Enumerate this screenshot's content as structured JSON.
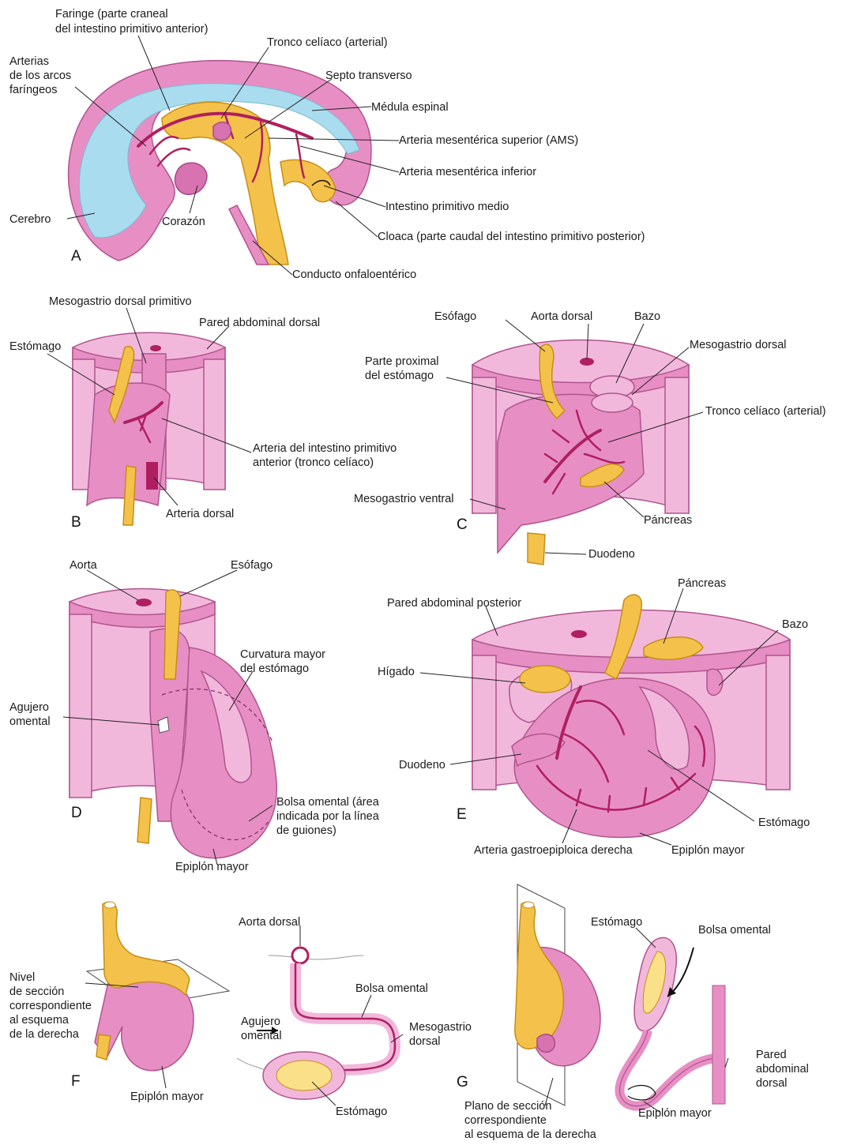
{
  "panels": {
    "a": {
      "letter": "A",
      "labels": {
        "faringe_1": "Faringe (parte craneal",
        "faringe_2": "del intestino primitivo anterior)",
        "tronco": "Tronco celíaco (arterial)",
        "arterias_1": "Arterias",
        "arterias_2": "de los arcos",
        "arterias_3": "faríngeos",
        "septo": "Septo transverso",
        "medula": "Médula espinal",
        "ams": "Arteria mesentérica superior (AMS)",
        "ami": "Arteria mesentérica inferior",
        "medio": "Intestino primitivo medio",
        "cerebro": "Cerebro",
        "corazon": "Corazón",
        "cloaca": "Cloaca (parte caudal del intestino primitivo posterior)",
        "conducto": "Conducto onfaloentérico"
      }
    },
    "b": {
      "letter": "B",
      "labels": {
        "mesogastrio_1": "Mesogastrio dorsal primitivo",
        "pared": "Pared abdominal dorsal",
        "estomago": "Estómago",
        "arteria_int_1": "Arteria del intestino primitivo",
        "arteria_int_2": "anterior (tronco celíaco)",
        "arteria_dorsal": "Arteria dorsal"
      }
    },
    "c": {
      "letter": "C",
      "labels": {
        "esofago": "Esófago",
        "aorta": "Aorta dorsal",
        "bazo": "Bazo",
        "parte_1": "Parte proximal",
        "parte_2": "del estómago",
        "mesodorsal": "Mesogastrio dorsal",
        "tronco": "Tronco celíaco (arterial)",
        "mesoventral": "Mesogastrio ventral",
        "pancreas": "Páncreas",
        "duodeno": "Duodeno"
      }
    },
    "d": {
      "letter": "D",
      "labels": {
        "aorta": "Aorta",
        "esofago": "Esófago",
        "curv_1": "Curvatura mayor",
        "curv_2": "del estómago",
        "agujero_1": "Agujero",
        "agujero_2": "omental",
        "bolsa_1": "Bolsa omental (área",
        "bolsa_2": "indicada por la línea",
        "bolsa_3": "de guiones)",
        "epiplon": "Epiplón mayor"
      }
    },
    "e": {
      "letter": "E",
      "labels": {
        "pancreas": "Páncreas",
        "pared": "Pared abdominal posterior",
        "bazo": "Bazo",
        "higado": "Hígado",
        "duodeno": "Duodeno",
        "estomago": "Estómago",
        "arteria": "Arteria gastroepiploica derecha",
        "epiplon": "Epiplón mayor"
      }
    },
    "f": {
      "letter": "F",
      "labels": {
        "aorta": "Aorta dorsal",
        "nivel_1": "Nivel",
        "nivel_2": "de sección",
        "nivel_3": "correspondiente",
        "nivel_4": "al esquema",
        "nivel_5": "de la derecha",
        "bolsa": "Bolsa omental",
        "agujero_1": "Agujero",
        "agujero_2": "omental",
        "meso_1": "Mesogastrio",
        "meso_2": "dorsal",
        "epiplon": "Epiplón mayor",
        "estomago": "Estómago"
      }
    },
    "g": {
      "letter": "G",
      "labels": {
        "estomago": "Estómago",
        "bolsa": "Bolsa omental",
        "pared_1": "Pared",
        "pared_2": "abdominal",
        "pared_3": "dorsal",
        "plano_1": "Plano de sección",
        "plano_2": "correspondiente",
        "plano_3": "al esquema de la derecha",
        "epiplon": "Epiplón mayor"
      }
    }
  }
}
